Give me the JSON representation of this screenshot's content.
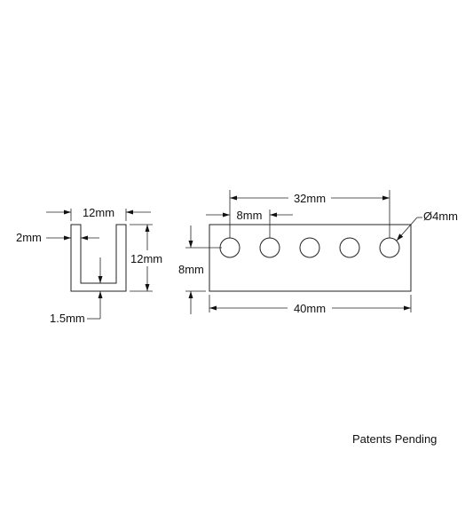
{
  "dimensions": {
    "channel_width": "12mm",
    "wall_thickness": "2mm",
    "channel_height": "12mm",
    "base_thickness": "1.5mm",
    "hole_spacing_total": "32mm",
    "hole_pitch": "8mm",
    "hole_diameter": "Ø4mm",
    "bar_height": "8mm",
    "bar_length": "40mm"
  },
  "note": "Patents Pending"
}
